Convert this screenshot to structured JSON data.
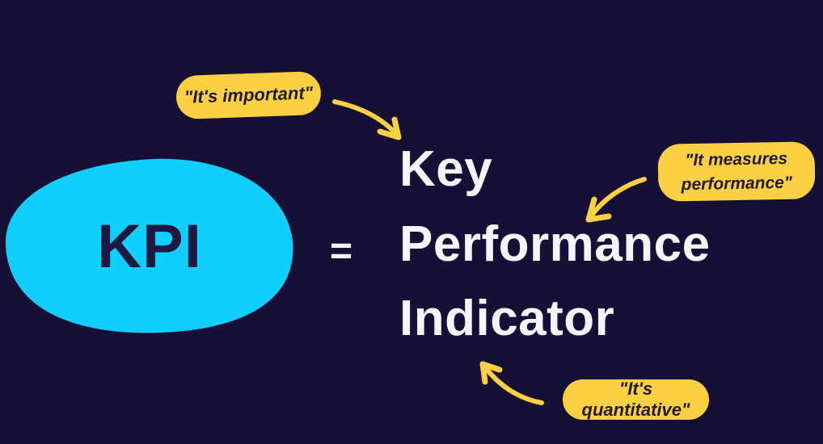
{
  "title": {
    "acronym": "KPI",
    "equals": "=",
    "words": [
      "Key",
      "Performance",
      "Indicator"
    ]
  },
  "callouts": {
    "important": {
      "text": "\"It's important\""
    },
    "measures": {
      "text": "\"It measures performance\""
    },
    "quantitative": {
      "text": "\"It's quantitative\""
    }
  },
  "colors": {
    "background": "#171036",
    "blob": "#10CFFD",
    "badge_yellow": "#FBD043",
    "arrow_yellow": "#FBD043",
    "title_text": "#F6F4FB",
    "acronym_text": "#1E1840",
    "badge_text": "#221B30"
  }
}
